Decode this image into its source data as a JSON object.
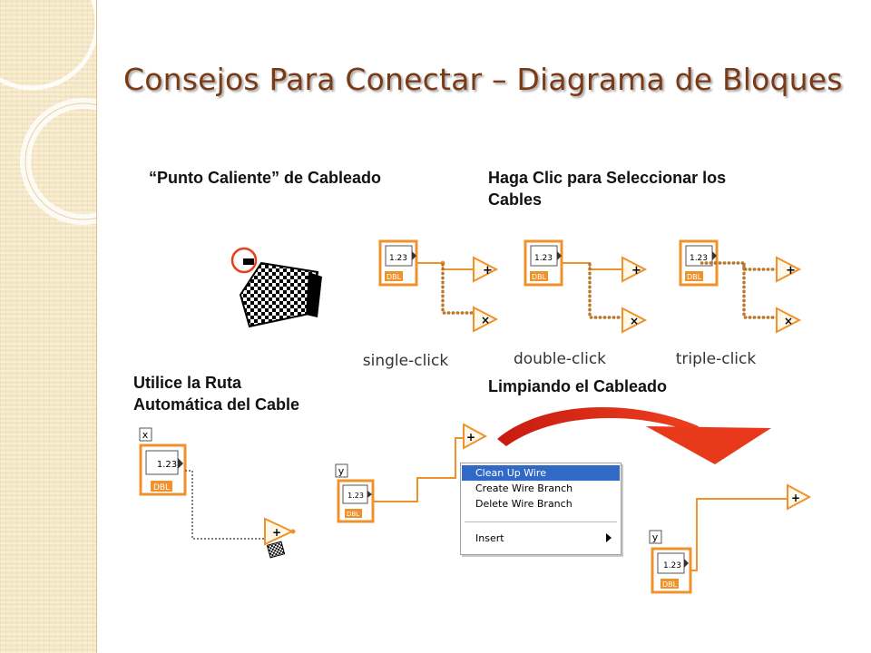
{
  "slide": {
    "title": "Consejos Para Conectar – Diagrama de Bloques"
  },
  "labels": {
    "hotspot": "“Punto Caliente” de Cableado",
    "select_line1": "Haga Clic para Seleccionar los",
    "select_line2": "Cables",
    "autoroute_line1": "Utilice la Ruta",
    "autoroute_line2": "Automática del Cable",
    "cleanup": "Limpiando el Cableado"
  },
  "captions": {
    "single": "single-click",
    "double": "double-click",
    "triple": "triple-click"
  },
  "terminals": {
    "value": "1.23",
    "type": "DBL",
    "label_x": "x",
    "label_y": "y",
    "add_symbol": "+",
    "mul_symbol": "×"
  },
  "context_menu": {
    "items": [
      "Clean Up Wire",
      "Create Wire Branch",
      "Delete Wire Branch",
      "Insert"
    ],
    "selected": "Clean Up Wire"
  },
  "icons": {
    "hotspot": "wiring-spool-icon",
    "arrow": "curved-arrow-icon"
  },
  "colors": {
    "title": "#7a3a16",
    "wire": "#f0922b",
    "terminal_border": "#f0922b",
    "menu_highlight": "#3169c6",
    "arrow": "#e02a12"
  }
}
